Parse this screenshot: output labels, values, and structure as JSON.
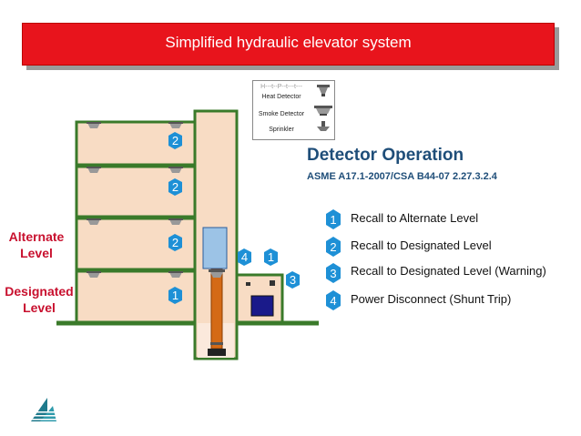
{
  "title": "Simplified hydraulic elevator system",
  "legend": {
    "top_text": "H---t--P--t---t---",
    "items": [
      "Heat Detector",
      "Smoke Detector",
      "Sprinkler"
    ]
  },
  "detector_operation": {
    "title": "Detector Operation",
    "subtitle": "ASME A17.1-2007/CSA B44-07 2.27.3.2.4",
    "items": [
      {
        "num": "1",
        "label": "Recall to Alternate Level"
      },
      {
        "num": "2",
        "label": "Recall to Designated Level"
      },
      {
        "num": "3",
        "label": "Recall to Designated Level (Warning)"
      },
      {
        "num": "4",
        "label": "Power Disconnect (Shunt Trip)"
      }
    ]
  },
  "levels": {
    "alternate_line1": "Alternate",
    "alternate_line2": "Level",
    "designated_line1": "Designated",
    "designated_line2": "Level"
  },
  "diagram_badges": {
    "floor_top": "2",
    "floor_3": "2",
    "floor_alt": "2",
    "floor_des": "1",
    "shaft_4": "4",
    "shaft_1": "1",
    "machine_3": "3"
  },
  "colors": {
    "title_red": "#e8141c",
    "hex_blue": "#1e90d6",
    "building_fill": "#f8dcc4",
    "wall_green": "#3a7a2a",
    "heading_blue": "#1f4e79",
    "level_red": "#c8102e"
  }
}
